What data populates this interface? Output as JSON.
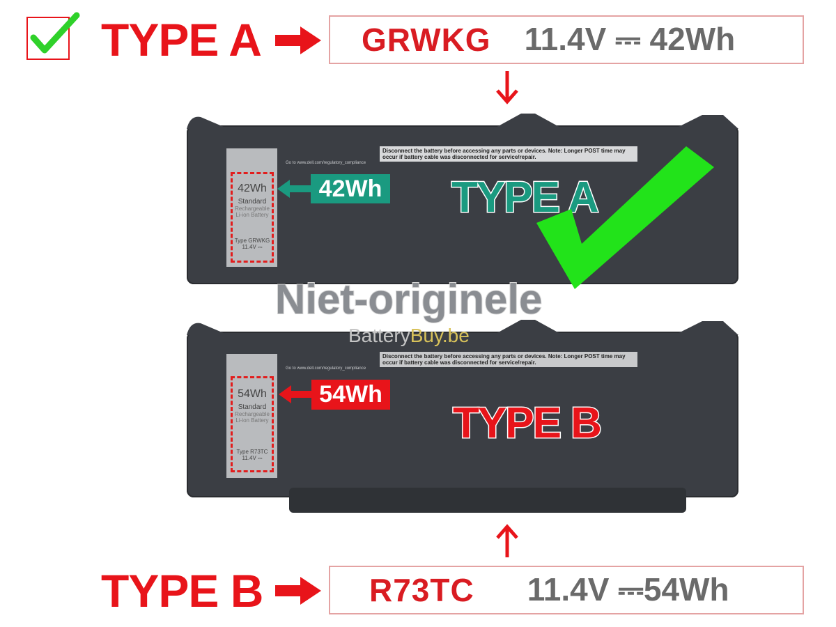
{
  "header": {
    "checkbox_icon": "checkbox-checked-icon",
    "type_a_label": "TYPE A",
    "type_a_code": "GRWKG",
    "type_a_spec": "11.4V ⎓ 42Wh"
  },
  "battery_a": {
    "capacity_tag": "42Wh",
    "overlay_label": "TYPE A",
    "label_capacity": "42Wh",
    "label_standard": "Standard",
    "label_desc": "Rechargeable Li-ion Battery",
    "label_type": "Type GRWKG",
    "label_voltage": "11.4V ⎓",
    "warning": "Disconnect the battery before accessing any parts or devices. Note: Longer POST time may occur if battery cable was disconnected for service/repair.",
    "compliance_url": "Go to www.dell.com/regulatory_compliance",
    "check_icon": "green-checkmark-icon"
  },
  "watermark": {
    "line1": "Niet-originele",
    "brand_a": "Battery",
    "brand_b": "Buy.be"
  },
  "battery_b": {
    "capacity_tag": "54Wh",
    "overlay_label": "TYPE B",
    "label_capacity": "54Wh",
    "label_standard": "Standard",
    "label_desc": "Rechargeable Li-ion Battery",
    "label_type": "Type R73TC",
    "label_voltage": "11.4V ⎓",
    "warning": "Disconnect the battery before accessing any parts or devices. Note: Longer POST time may occur if battery cable was disconnected for service/repair.",
    "compliance_url": "Go to www.dell.com/regulatory_compliance"
  },
  "footer": {
    "type_b_label": "TYPE B",
    "type_b_code": "R73TC",
    "type_b_spec": "11.4V ⎓54Wh"
  },
  "colors": {
    "red": "#e8141a",
    "teal": "#1a9a80",
    "green": "#22e31a",
    "battery": "#3b3e44"
  }
}
